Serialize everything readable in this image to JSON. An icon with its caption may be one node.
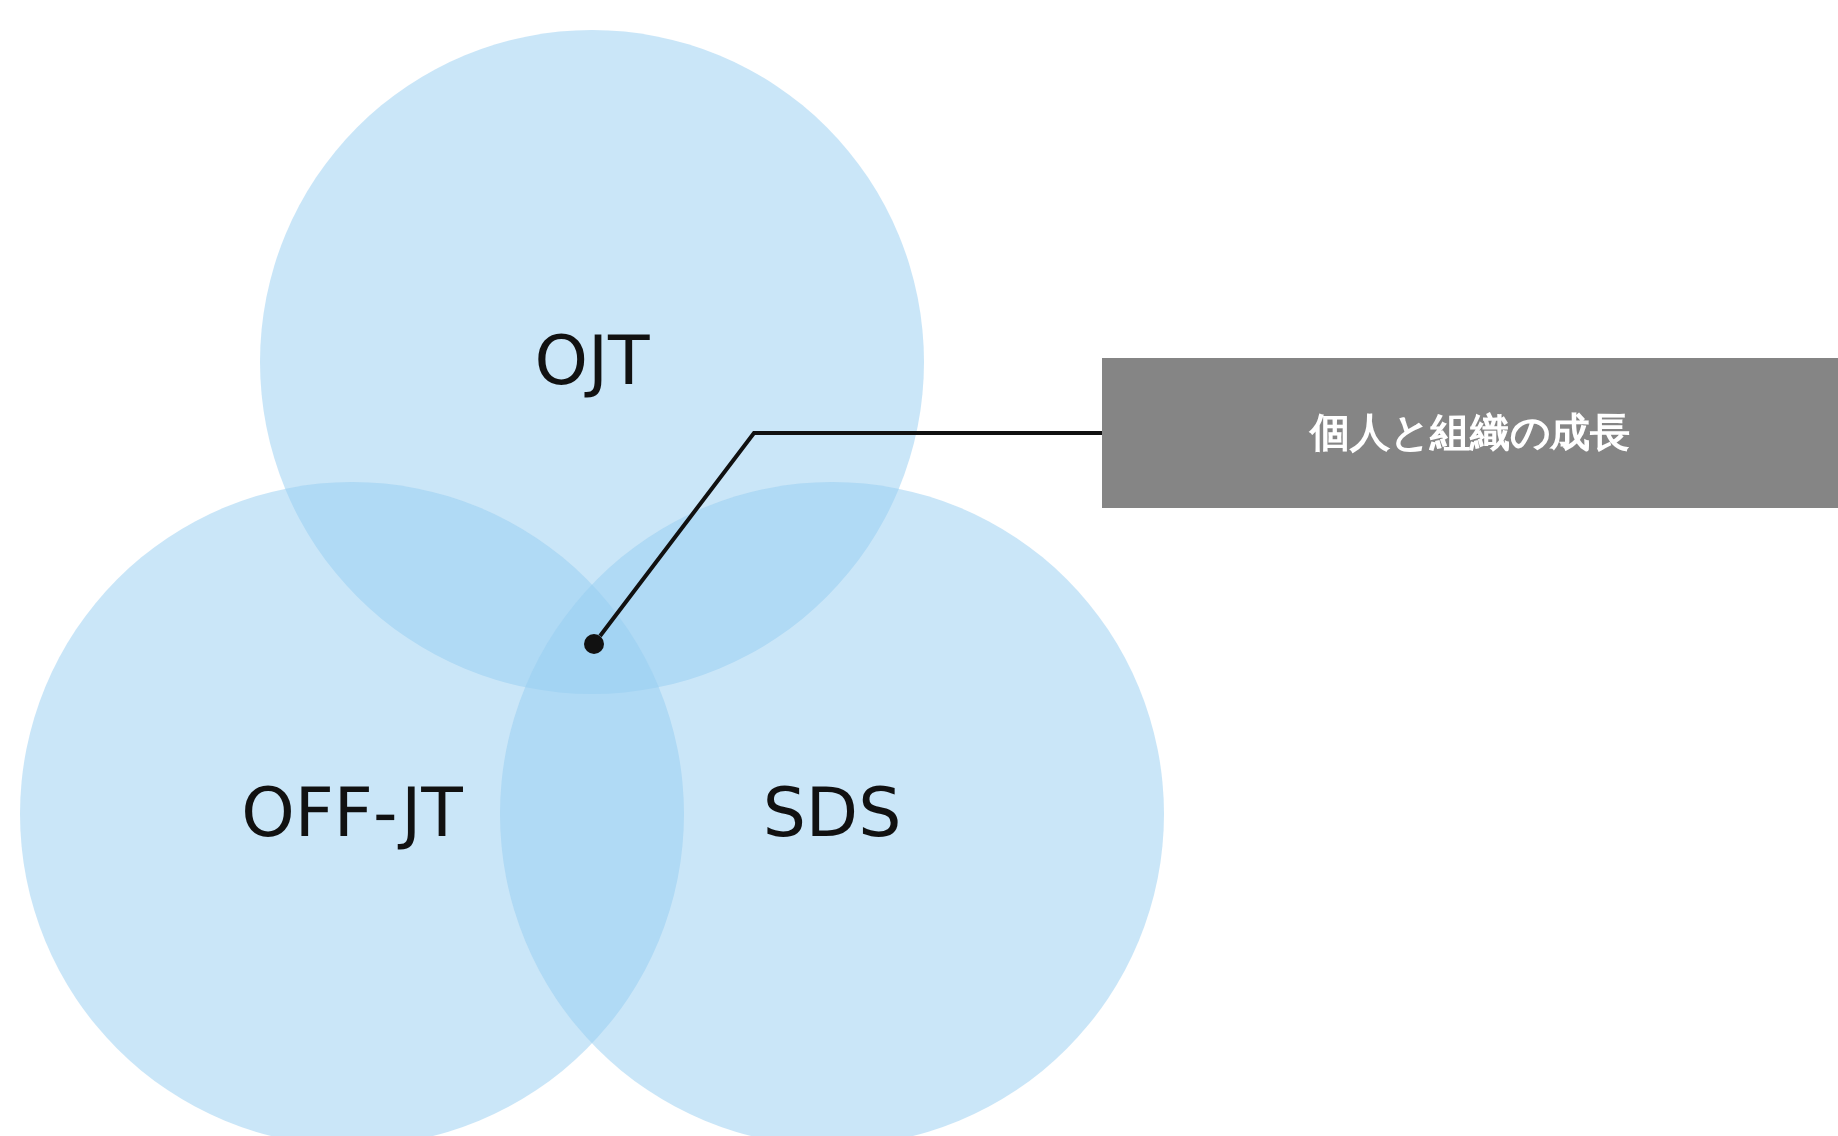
{
  "diagram": {
    "nodes": [
      {
        "text": [
          "OJT"
        ]
      },
      {
        "text": [
          "OFF-JT"
        ]
      },
      {
        "text": [
          "SDS"
        ]
      },
      {
        "text": [
          "個人と組織の成長"
        ]
      },
      {
        "text": [],
        "shape": "circle"
      }
    ],
    "edges": [
      {
        "from": 3,
        "to": 4,
        "arrow": "none"
      }
    ]
  }
}
